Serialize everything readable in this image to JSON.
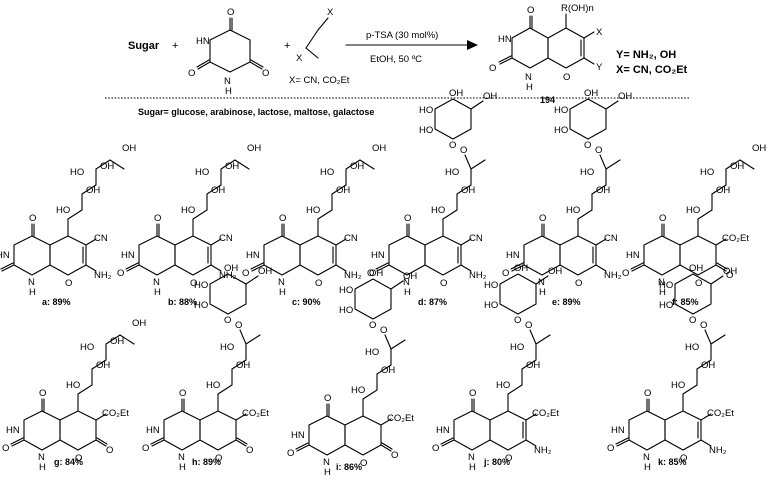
{
  "scheme": {
    "reagent_sugar": "Sugar",
    "plus": "+",
    "reagent_x_def": "X= CN, CO₂Et",
    "catalyst": "p-TSA (30 mol%)",
    "conditions": "EtOH, 50 ºC",
    "product_number": "194",
    "y_def": "Y= NH₂, OH",
    "x_def": "X= CN, CO₂Et",
    "sugar_list": "Sugar= glucose, arabinose, lactose, maltose, galactose"
  },
  "labels": {
    "O": "O",
    "HN": "HN",
    "NH": "N",
    "H": "H",
    "OH": "OH",
    "HO": "HO",
    "CN": "CN",
    "NH2": "NH₂",
    "CO2Et": "CO₂Et",
    "X": "X",
    "Y": "Y",
    "ROHn": "R(OH)n"
  },
  "products": [
    {
      "id": "a",
      "caption": "a: 89%",
      "x_group": "CN",
      "y_group": "NH2"
    },
    {
      "id": "b",
      "caption": "b: 88%",
      "x_group": "CN",
      "y_group": "NH2"
    },
    {
      "id": "c",
      "caption": "c: 90%",
      "x_group": "CN",
      "y_group": "NH2"
    },
    {
      "id": "d",
      "caption": "d: 87%",
      "x_group": "CN",
      "y_group": "NH2"
    },
    {
      "id": "e",
      "caption": "e: 89%",
      "x_group": "CN",
      "y_group": "NH2"
    },
    {
      "id": "f",
      "caption": "f: 85%",
      "x_group": "CO2Et",
      "y_group": "O"
    },
    {
      "id": "g",
      "caption": "g: 84%",
      "x_group": "CO2Et",
      "y_group": "O"
    },
    {
      "id": "h",
      "caption": "h: 89%",
      "x_group": "CO2Et",
      "y_group": "O"
    },
    {
      "id": "i",
      "caption": "i: 86%",
      "x_group": "CO2Et",
      "y_group": "O"
    },
    {
      "id": "j",
      "caption": "j: 80%",
      "x_group": "CO2Et",
      "y_group": "NH2"
    },
    {
      "id": "k",
      "caption": "k: 85%",
      "x_group": "CO2Et",
      "y_group": "NH2"
    }
  ]
}
